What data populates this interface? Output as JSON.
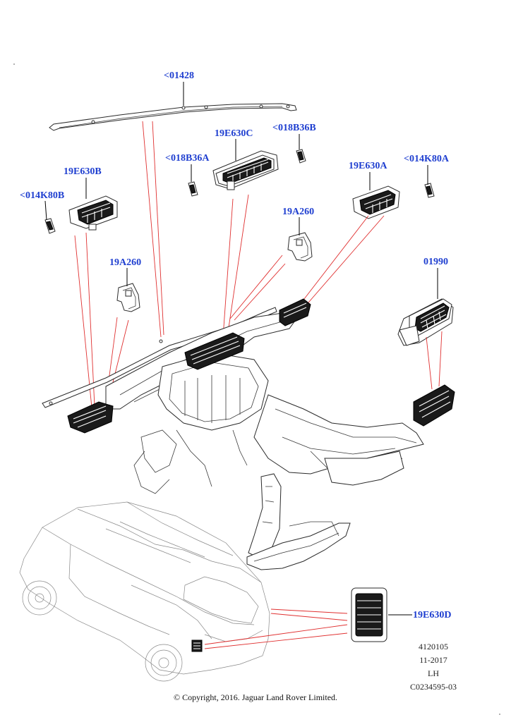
{
  "callouts": {
    "c01428": "<01428",
    "c19E630C": "19E630C",
    "c018B36B": "<018B36B",
    "c018B36A": "<018B36A",
    "c19E630B": "19E630B",
    "c014K80B": "<014K80B",
    "c19E630A": "19E630A",
    "c014K80A": "<014K80A",
    "c19A260_right": "19A260",
    "c19A260_left": "19A260",
    "c01990": "01990",
    "c19E630D": "19E630D"
  },
  "meta": {
    "line1": "4120105",
    "line2": "11-2017",
    "line3": "LH",
    "line4": "C0234595-03"
  },
  "copyright": "© Copyright, 2016. Jaguar Land Rover Limited.",
  "colors": {
    "callout": "#1f3fd0",
    "leader_red": "#e03030"
  }
}
